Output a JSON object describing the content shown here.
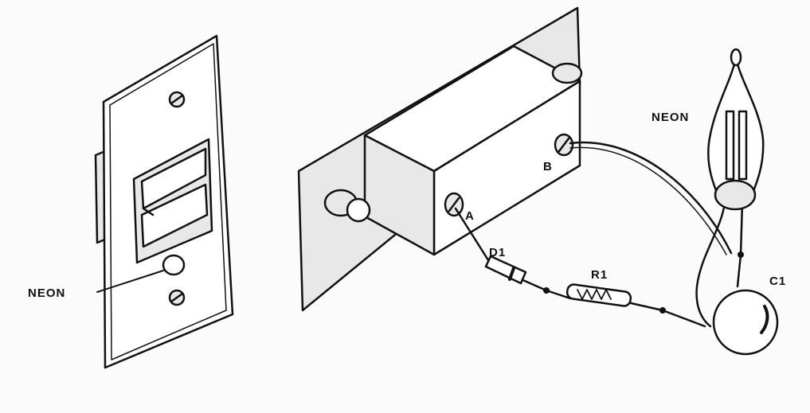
{
  "left_figure": {
    "neon_label": "NEON"
  },
  "right_figure": {
    "neon_label": "NEON",
    "terminal_a": "A",
    "terminal_b": "B",
    "diode_label": "D1",
    "resistor_label": "R1",
    "capacitor_label": "C1"
  }
}
